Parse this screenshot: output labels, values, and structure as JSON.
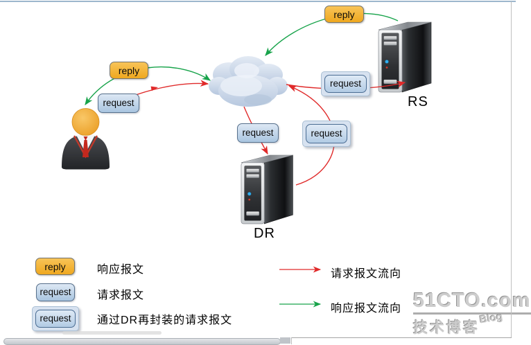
{
  "diagram": {
    "badges": {
      "reply_left": "reply",
      "reply_top": "reply",
      "request_user": "request",
      "request_cloud_to_dr": "request",
      "request_encap_to_rs": "request",
      "request_encap_from_dr": "request"
    },
    "node_labels": {
      "rs": "RS",
      "dr": "DR"
    }
  },
  "legend": {
    "packets": [
      {
        "badge": "reply",
        "label": "响应报文"
      },
      {
        "badge": "request",
        "label": "请求报文"
      },
      {
        "badge": "request",
        "label": "通过DR再封装的请求报文"
      }
    ],
    "flows": [
      {
        "label": "请求报文流向",
        "color": "#e02a2a"
      },
      {
        "label": "响应报文流向",
        "color": "#17a34a"
      }
    ]
  },
  "watermark": {
    "brand": "51CTO.com",
    "tagline": "技术博客",
    "badge": "Blog"
  },
  "colors": {
    "request_flow": "#e02a2a",
    "reply_flow": "#17a34a",
    "reply_badge": "#f2ad2c",
    "request_badge": "#c9d9ec",
    "top_border": "#9db7cd"
  }
}
